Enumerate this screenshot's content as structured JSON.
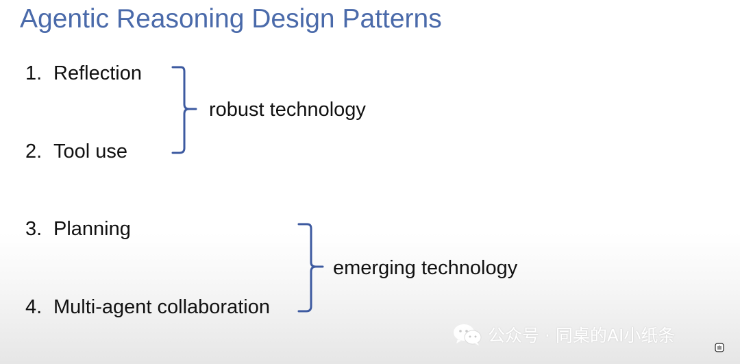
{
  "slide": {
    "title": "Agentic Reasoning Design Patterns",
    "items": [
      {
        "number": "1.",
        "label": "Reflection"
      },
      {
        "number": "2.",
        "label": "Tool use"
      },
      {
        "number": "3.",
        "label": "Planning"
      },
      {
        "number": "4.",
        "label": "Multi-agent collaboration"
      }
    ],
    "groups": [
      {
        "label": "robust technology"
      },
      {
        "label": "emerging technology"
      }
    ]
  },
  "watermark": {
    "text": "公众号 · 同桌的AI小纸条"
  },
  "colors": {
    "title": "#4a6aaa",
    "bracket": "#3d5aa0",
    "text": "#111111"
  }
}
